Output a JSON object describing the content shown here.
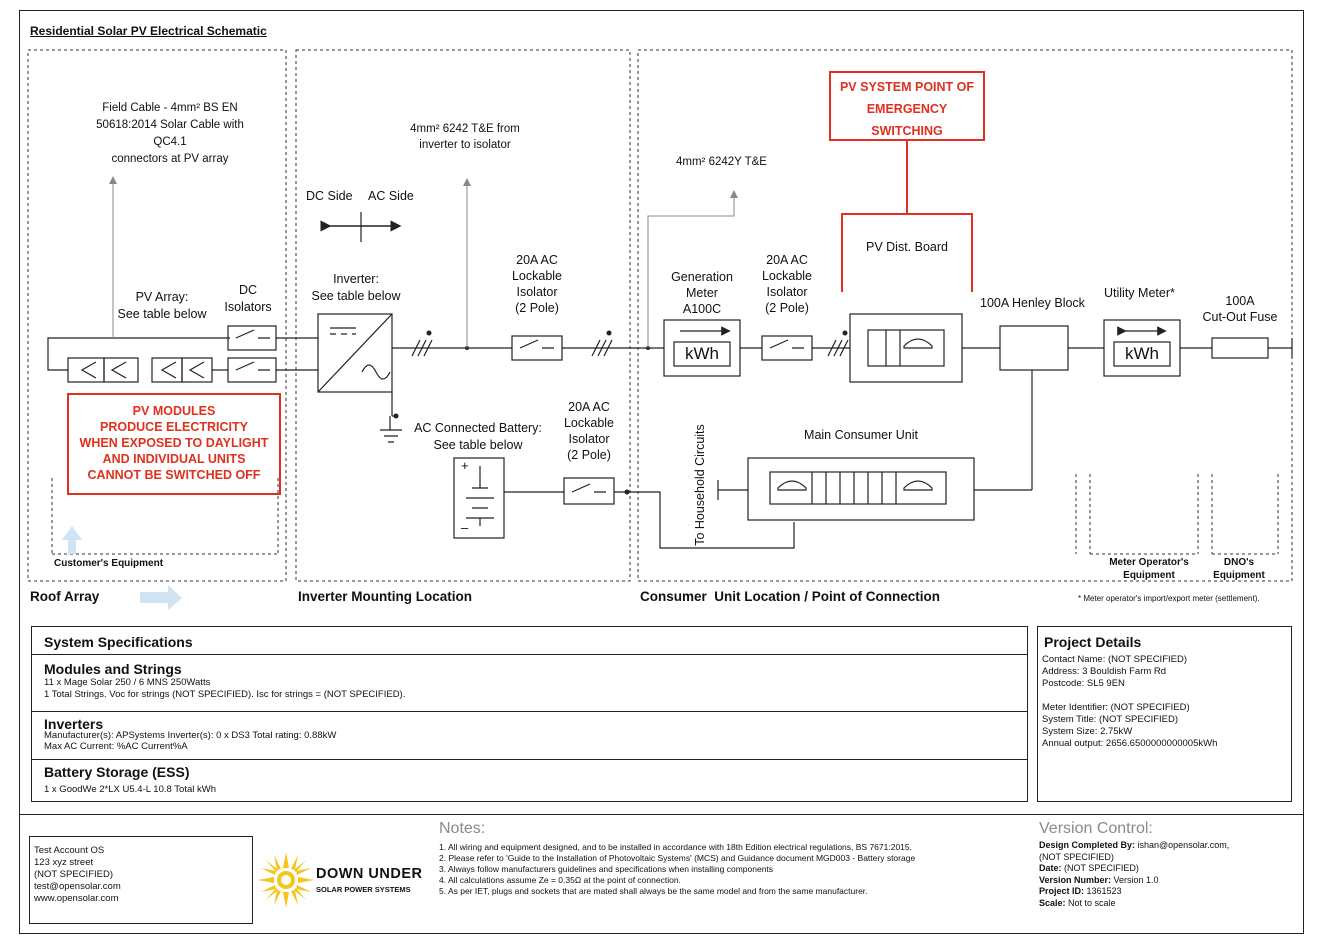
{
  "title": "Residential Solar PV Electrical Schematic",
  "zones": {
    "roof": "Roof Array",
    "inverter": "Inverter Mounting Location",
    "consumer": "Consumer  Unit Location / Point of Connection"
  },
  "equipment_labels": {
    "customer": "Customer's Equipment",
    "meter_operator_1": "Meter Operator's",
    "meter_operator_2": "Equipment",
    "dno_1": "DNO's",
    "dno_2": "Equipment"
  },
  "meter_note": "* Meter operator's import/export meter (settlement).",
  "diagram_labels": {
    "field_cable_1": "Field Cable - 4mm² BS EN",
    "field_cable_2": "50618:2014 Solar Cable with QC4.1",
    "field_cable_3": "connectors at PV array",
    "te_1": "4mm² 6242 T&E from",
    "te_2": "inverter to isolator",
    "te_6242y": "4mm² 6242Y T&E",
    "dc_side": "DC Side",
    "ac_side": "AC Side",
    "pv_array_1": "PV Array:",
    "pv_array_2": "See table below",
    "dc_iso_1": "DC",
    "dc_iso_2": "Isolators",
    "inverter_1": "Inverter:",
    "inverter_2": "See table below",
    "ac_iso1_1": "20A AC",
    "ac_iso1_2": "Lockable",
    "ac_iso1_3": "Isolator",
    "ac_iso1_4": "(2 Pole)",
    "gen_meter_1": "Generation",
    "gen_meter_2": "Meter",
    "gen_meter_3": "A100C",
    "kwh": "kWh",
    "ac_iso2_1": "20A AC",
    "ac_iso2_2": "Lockable",
    "ac_iso2_3": "Isolator",
    "ac_iso2_4": "(2 Pole)",
    "pv_dist": "PV Dist. Board",
    "henley": "100A Henley Block",
    "utility_meter": "Utility Meter*",
    "cutout_1": "100A",
    "cutout_2": "Cut-Out Fuse",
    "battery_1": "AC Connected Battery:",
    "battery_2": "See table below",
    "ac_iso3_1": "20A AC",
    "ac_iso3_2": "Lockable",
    "ac_iso3_3": "Isolator",
    "ac_iso3_4": "(2 Pole)",
    "household": "To Household Circuits",
    "consumer_unit": "Main Consumer Unit",
    "emergency_1": "PV SYSTEM POINT OF",
    "emergency_2": "EMERGENCY",
    "emergency_3": "SWITCHING",
    "warning_1": "PV MODULES",
    "warning_2": "PRODUCE ELECTRICITY",
    "warning_3": "WHEN EXPOSED TO DAYLIGHT",
    "warning_4": "AND INDIVIDUAL UNITS",
    "warning_5": "CANNOT BE SWITCHED OFF"
  },
  "system_specs": {
    "title": "System Specifications",
    "modules_title": "Modules and Strings",
    "modules_line1": "11 x Mage Solar 250 / 6 MNS 250Watts",
    "modules_line2": "1 Total Strings. Voc for strings (NOT SPECIFIED). Isc for strings = (NOT SPECIFIED).",
    "inverters_title": "Inverters",
    "inverters_line1": "Manufacturer(s): APSystems Inverter(s): 0 x DS3 Total rating: 0.88kW",
    "inverters_line2": "Max AC Current: %AC Current%A",
    "battery_title": "Battery Storage (ESS)",
    "battery_line1": "1 x GoodWe 2*LX U5.4-L 10.8 Total kWh"
  },
  "project_details": {
    "title": "Project Details",
    "contact": "Contact Name: (NOT SPECIFIED)",
    "address": "Address: 3 Bouldish Farm Rd",
    "postcode": "Postcode: SL5 9EN",
    "meter_id": "Meter Identifier: (NOT SPECIFIED)",
    "system_title": "System Title: (NOT SPECIFIED)",
    "system_size": "System Size: 2.75kW",
    "annual_output": "Annual output: 2656.6500000000005kWh"
  },
  "account": {
    "line1": "Test Account OS",
    "line2": "123 xyz street",
    "line3": "(NOT SPECIFIED)",
    "line4": "test@opensolar.com",
    "line5": "www.opensolar.com"
  },
  "logo": {
    "line1": "DOWN UNDER",
    "line2": "SOLAR POWER SYSTEMS"
  },
  "notes": {
    "title": "Notes:",
    "items": [
      "1. All wiring and equipment designed, and to be installed in accordance with 18th Edition electrical regulations, BS 7671:2015.",
      "2. Please refer to 'Guide to the Installation of Photovoltaic Systems' (MCS) and Guidance document MGD003 - Battery storage",
      "3. Always follow manufacturers guidelines and specifications when installing components",
      "4. All calculations assume Ze = 0.35Ω at the point of connection.",
      "5. As per IET, plugs and sockets that are mated shall always be the same model and from the same manufacturer."
    ]
  },
  "version": {
    "title": "Version Control:",
    "designed_label": "Design Completed By:",
    "designed_value": " ishan@opensolar.com,",
    "designed_value2": "(NOT SPECIFIED)",
    "date_label": "Date:",
    "date_value": " (NOT SPECIFIED)",
    "version_label": "Version Number:",
    "version_value": " Version 1.0",
    "project_label": "Project ID:",
    "project_value": " 1361523",
    "scale_label": "Scale:",
    "scale_value": " Not to scale"
  },
  "colors": {
    "warning_red": "#e0301e",
    "line": "#222222",
    "arrow_grey": "#888888",
    "faint_blue": "#cfe3f3",
    "sun_yellow": "#f5c518"
  }
}
